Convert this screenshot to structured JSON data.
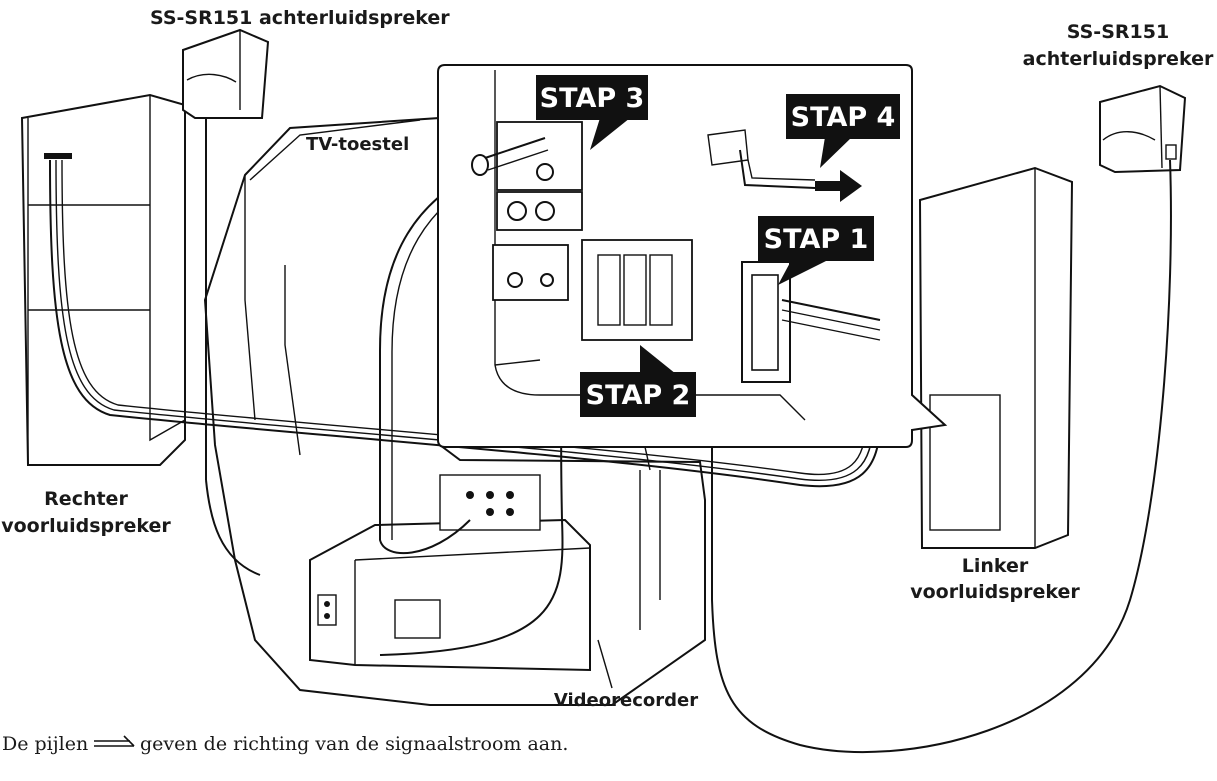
{
  "labels": {
    "rear_speaker_left_top": "SS-SR151 achterluidspreker",
    "rear_speaker_right_line1": "SS-SR151",
    "rear_speaker_right_line2": "achterluidspreker",
    "tv": "TV-toestel",
    "front_right_line1": "Rechter",
    "front_right_line2": "voorluidspreker",
    "front_left_line1": "Linker",
    "front_left_line2": "voorluidspreker",
    "vcr": "Videorecorder"
  },
  "steps": {
    "stap1": "STAP 1",
    "stap2": "STAP 2",
    "stap3": "STAP 3",
    "stap4": "STAP 4"
  },
  "footnote": {
    "before_arrow": "De pijlen",
    "after_arrow": "geven de richting van de signaalstroom aan."
  }
}
